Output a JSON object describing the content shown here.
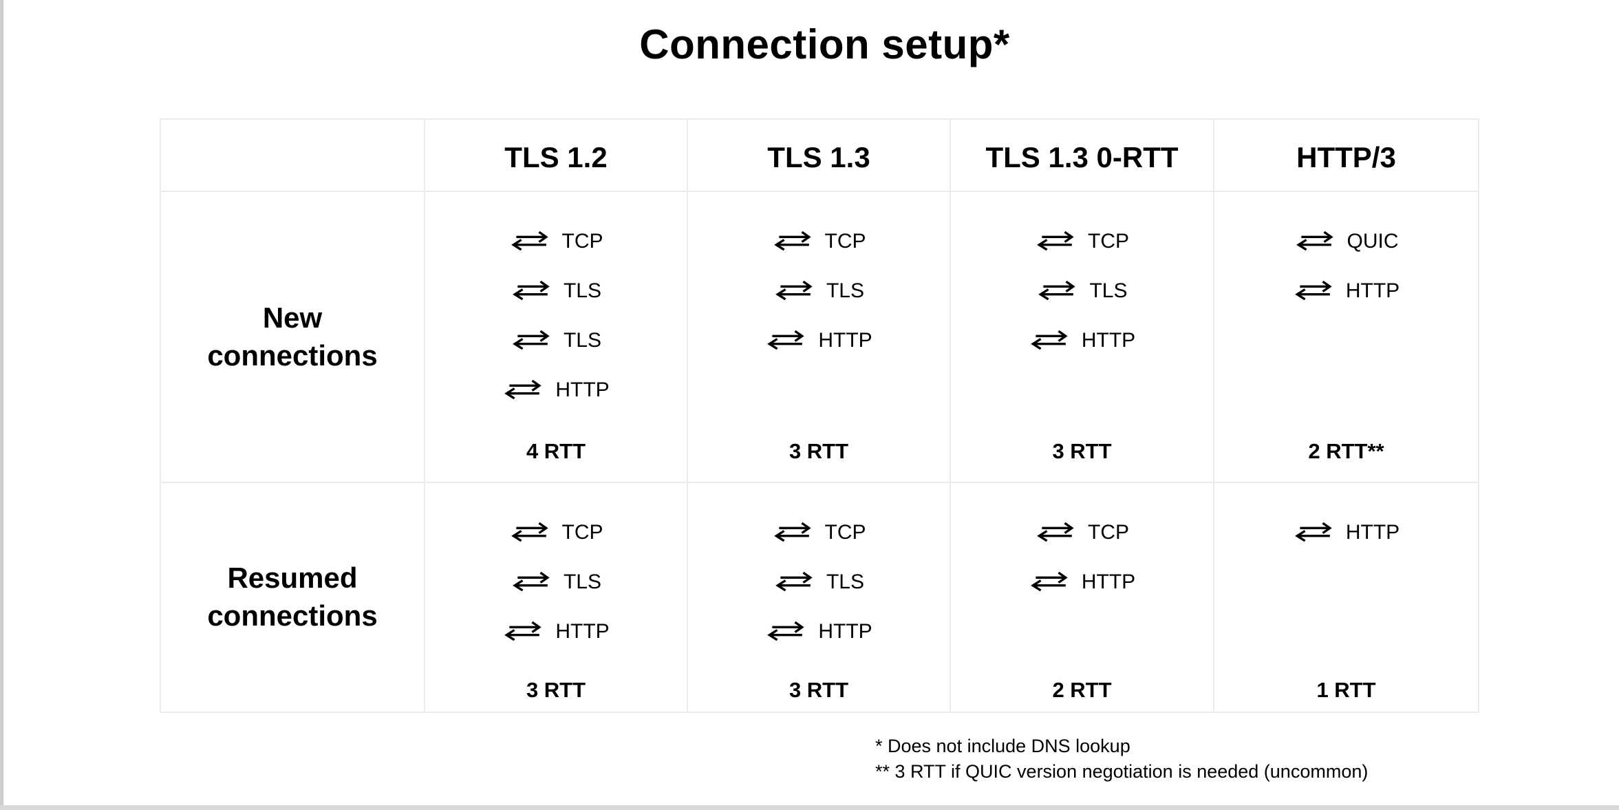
{
  "title": "Connection setup*",
  "table": {
    "headers": [
      "TLS 1.2",
      "TLS 1.3",
      "TLS 1.3 0-RTT",
      "HTTP/3"
    ],
    "rows": [
      {
        "label": "New\nconnections",
        "cells": [
          {
            "protocols": [
              "TCP",
              "TLS",
              "TLS",
              "HTTP"
            ],
            "rtt": "4 RTT"
          },
          {
            "protocols": [
              "TCP",
              "TLS",
              "HTTP"
            ],
            "rtt": "3 RTT"
          },
          {
            "protocols": [
              "TCP",
              "TLS",
              "HTTP"
            ],
            "rtt": "3 RTT"
          },
          {
            "protocols": [
              "QUIC",
              "HTTP"
            ],
            "rtt": "2 RTT**"
          }
        ]
      },
      {
        "label": "Resumed\nconnections",
        "cells": [
          {
            "protocols": [
              "TCP",
              "TLS",
              "HTTP"
            ],
            "rtt": "3 RTT"
          },
          {
            "protocols": [
              "TCP",
              "TLS",
              "HTTP"
            ],
            "rtt": "3 RTT"
          },
          {
            "protocols": [
              "TCP",
              "HTTP"
            ],
            "rtt": "2 RTT"
          },
          {
            "protocols": [
              "HTTP"
            ],
            "rtt": "1 RTT"
          }
        ]
      }
    ]
  },
  "footnotes": [
    "* Does not include DNS lookup",
    "** 3 RTT if QUIC version negotiation is needed (uncommon)"
  ],
  "icons": {
    "round_trip": "round-trip-arrows"
  },
  "colors": {
    "text": "#000000",
    "table_border": "#ececec",
    "canvas_edge": "#cdcdcd",
    "background": "#ffffff"
  }
}
